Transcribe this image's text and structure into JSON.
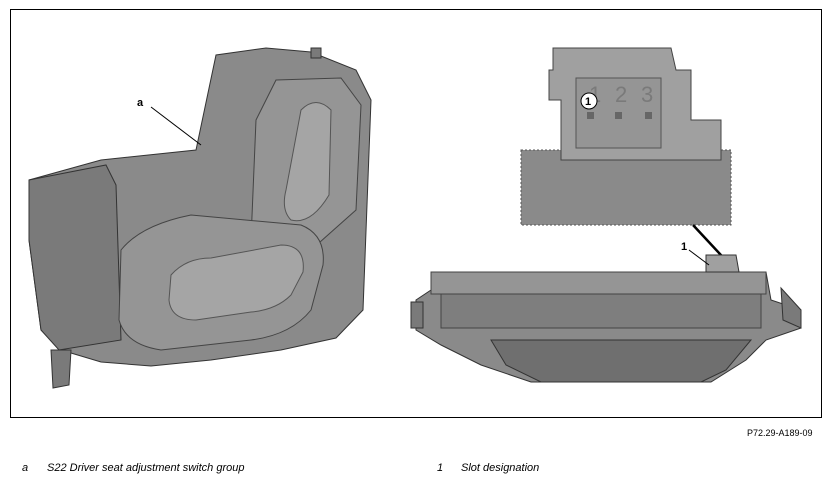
{
  "figure_code": "P72.29-A189-09",
  "callouts": {
    "a": "a",
    "one_inset": "1",
    "one_main": "1"
  },
  "slot_digits": [
    "1",
    "2",
    "3"
  ],
  "legend": [
    {
      "key": "a",
      "text": "S22 Driver seat adjustment switch group"
    },
    {
      "key": "1",
      "text": "Slot designation"
    }
  ],
  "colors": {
    "part_fill": "#8a8a8a",
    "part_dark": "#6a6a6a",
    "part_light": "#a5a5a5",
    "outline": "#000000"
  }
}
